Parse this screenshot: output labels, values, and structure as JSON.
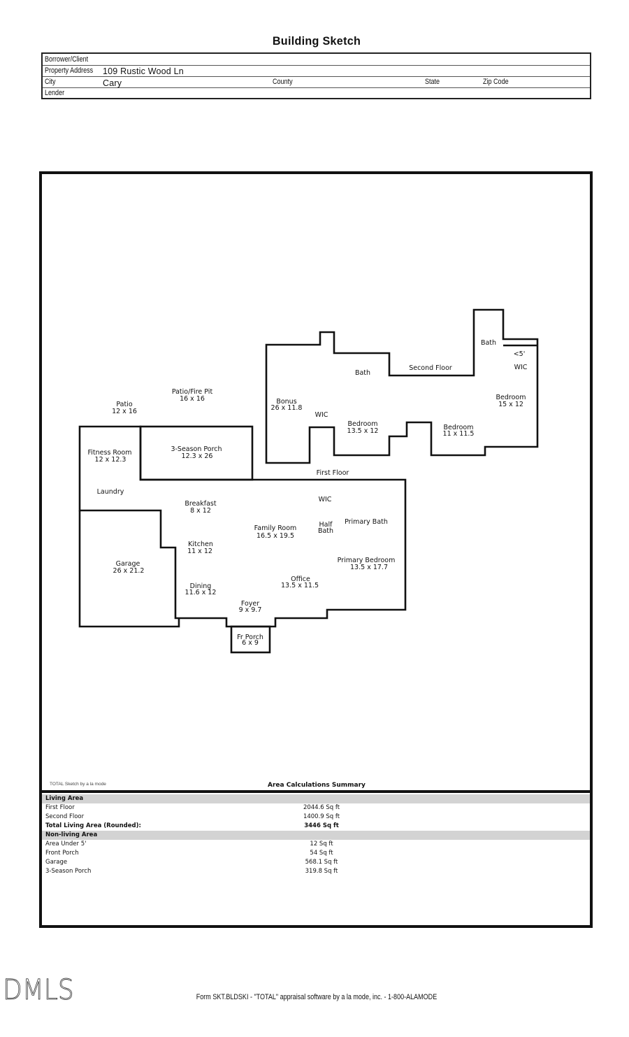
{
  "document": {
    "title": "Building Sketch",
    "header": {
      "borrower_label": "Borrower/Client",
      "borrower_value": "",
      "address_label": "Property Address",
      "address_value": "109 Rustic Wood Ln",
      "city_label": "City",
      "city_value": "Cary",
      "county_label": "County",
      "state_label": "State",
      "zip_label": "Zip Code",
      "lender_label": "Lender"
    },
    "sketch": {
      "labels": {
        "patio_fire_pit": "Patio/Fire Pit",
        "patio_fire_pit_dim": "16 x 16",
        "patio": "Patio",
        "patio_dim": "12 x 16",
        "fitness_room": "Fitness Room",
        "fitness_room_dim": "12 x 12.3",
        "three_season_porch": "3-Season Porch",
        "three_season_porch_dim": "12.3 x 26",
        "laundry": "Laundry",
        "breakfast": "Breakfast",
        "breakfast_dim": "8 x 12",
        "first_floor": "First Floor",
        "wic_first": "WIC",
        "family_room": "Family Room",
        "family_room_dim": "16.5 x 19.5",
        "half_bath_1": "Half",
        "half_bath_2": "Bath",
        "primary_bath": "Primary Bath",
        "kitchen": "Kitchen",
        "kitchen_dim": "11 x 12",
        "garage": "Garage",
        "garage_dim": "26 x 21.2",
        "primary_bedroom": "Primary Bedroom",
        "primary_bedroom_dim": "13.5 x 17.7",
        "office": "Office",
        "office_dim": "13.5 x 11.5",
        "dining": "Dining",
        "dining_dim": "11.6 x 12",
        "foyer": "Foyer",
        "foyer_dim": "9 x 9.7",
        "fr_porch": "Fr Porch",
        "fr_porch_dim": "6 x 9",
        "bonus": "Bonus",
        "bonus_dim": "26 x 11.8",
        "wic_second": "WIC",
        "bath_second": "Bath",
        "second_floor": "Second Floor",
        "bath_upper": "Bath",
        "under_5": "<5'",
        "wic_upper": "WIC",
        "bedroom_a": "Bedroom",
        "bedroom_a_dim": "15 x 12",
        "bedroom_b": "Bedroom",
        "bedroom_b_dim": "13.5 x 12",
        "bedroom_c": "Bedroom",
        "bedroom_c_dim": "11 x 11.5"
      }
    },
    "credit": "TOTAL Sketch by a la mode",
    "summary": {
      "title": "Area Calculations Summary",
      "living_header": "Living Area",
      "living_rows": [
        {
          "name": "First Floor",
          "value": "2044.6 Sq ft"
        },
        {
          "name": "Second Floor",
          "value": "1400.9 Sq ft"
        }
      ],
      "total": {
        "name": "Total Living Area (Rounded):",
        "value": "3446 Sq ft"
      },
      "nonliving_header": "Non-living Area",
      "nonliving_rows": [
        {
          "name": "Area Under 5'",
          "value": "12 Sq ft"
        },
        {
          "name": "Front Porch",
          "value": "54 Sq ft"
        },
        {
          "name": "Garage",
          "value": "568.1 Sq ft"
        },
        {
          "name": "3-Season Porch",
          "value": "319.8 Sq ft"
        }
      ]
    },
    "watermark": "DMLS",
    "footer": "Form SKT.BLDSKI - \"TOTAL\" appraisal software by a la mode, inc. - 1-800-ALAMODE"
  }
}
